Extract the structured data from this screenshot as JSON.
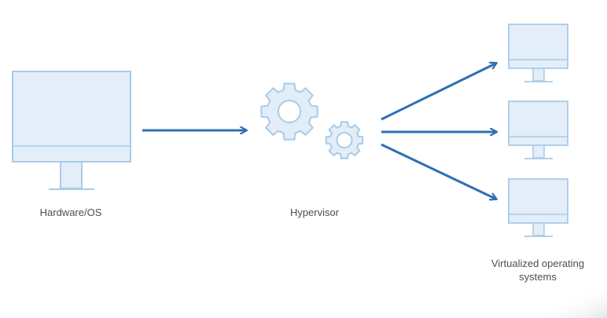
{
  "diagram": {
    "labels": {
      "hardware": "Hardware/OS",
      "hypervisor": "Hypervisor",
      "virtualized": "Virtualized operating\nsystems"
    },
    "colors": {
      "monitor_fill": "#e3eef8",
      "monitor_stroke": "#a9cbe8",
      "arrow": "#2e6fb3",
      "gear_fill": "#e2edf7",
      "gear_stroke": "#a9cbe8",
      "text": "#4a4f55"
    },
    "icons": [
      "monitor-icon",
      "gears-icon",
      "arrow-icon"
    ]
  }
}
